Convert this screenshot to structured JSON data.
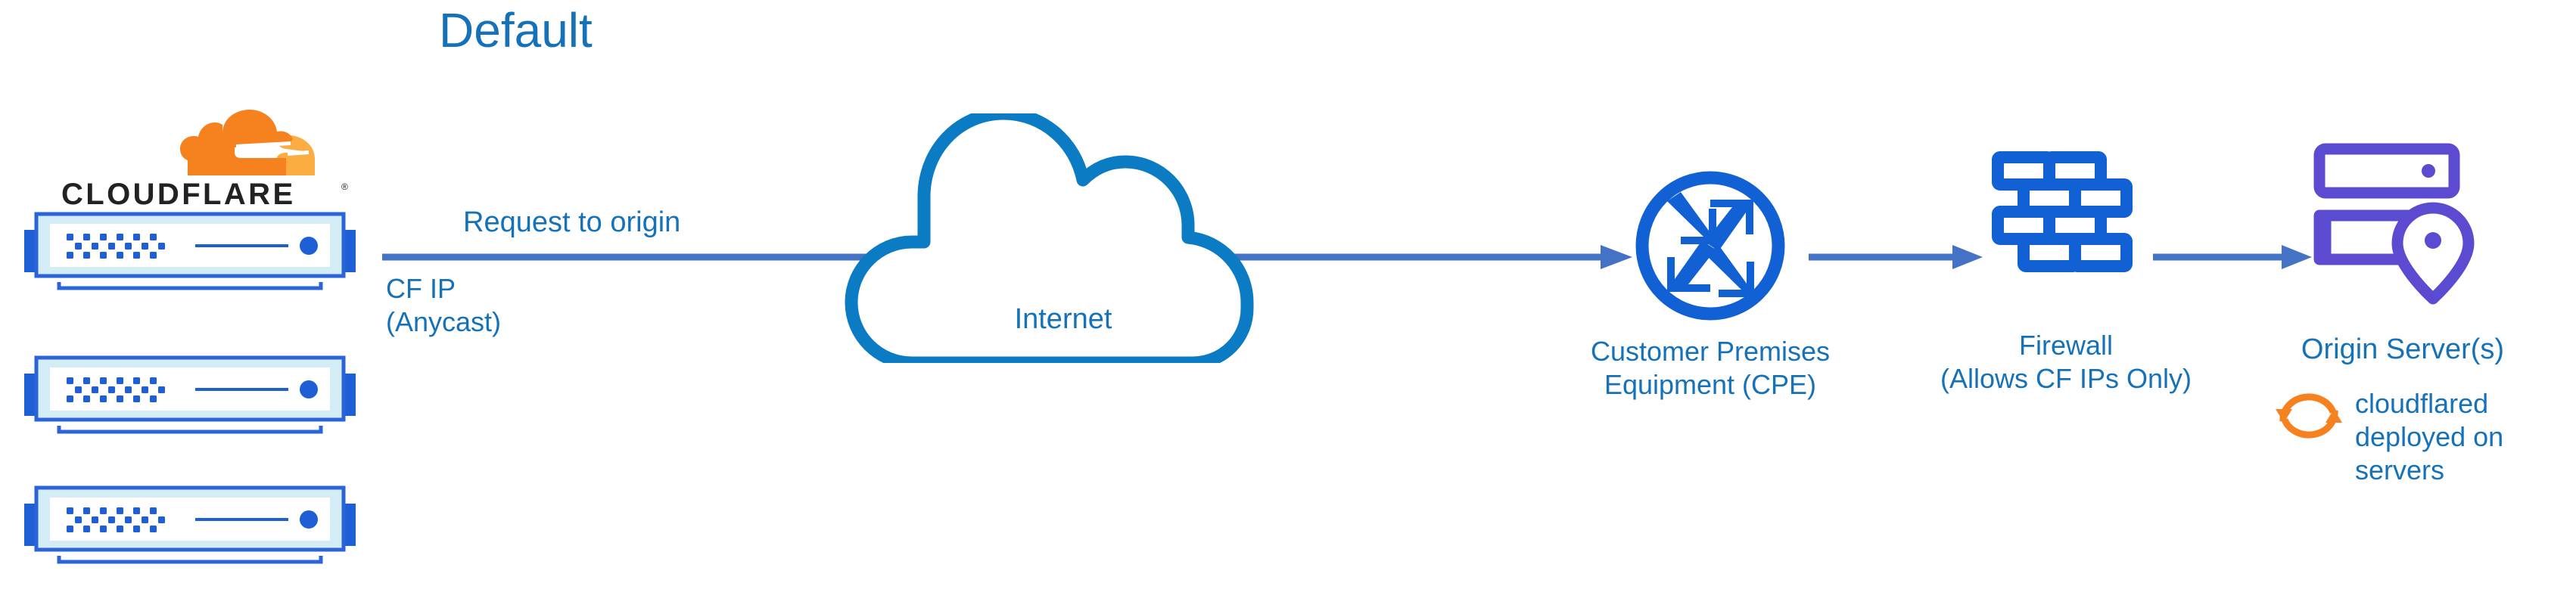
{
  "diagram": {
    "title": "Default",
    "type": "network-architecture-diagram",
    "colors": {
      "title_blue": "#1571B8",
      "label_blue": "#1571B8",
      "arrow_blue": "#4472C4",
      "icon_blue": "#1160D4",
      "rack_blue": "#1F5FD6",
      "rack_fill": "#D3ECF6",
      "cloud_blue": "#0B7CC4",
      "origin_purple": "#5B4BD0",
      "cloudflare_orange": "#F6821F",
      "cloudflare_orange_light": "#FBAD41",
      "wordmark_black": "#222222"
    }
  },
  "cloudflare_edge": {
    "logo_mark_name": "cloudflare-cloud-mark",
    "wordmark": "CLOUDFLARE",
    "registered_mark": "®",
    "racks": [
      {
        "name": "cloudflare-edge-server-1"
      },
      {
        "name": "cloudflare-edge-server-2"
      },
      {
        "name": "cloudflare-edge-server-3"
      }
    ]
  },
  "flow": {
    "request_label": "Request to origin",
    "source_ip_label": "CF IP\n(Anycast)",
    "source_ip_line1": "CF IP",
    "source_ip_line2": "(Anycast)"
  },
  "internet": {
    "label": "Internet",
    "icon": "cloud-outline-icon"
  },
  "cpe": {
    "icon": "router-four-arrows-icon",
    "label_line1": "Customer Premises",
    "label_line2": "Equipment (CPE)"
  },
  "firewall": {
    "icon": "brick-wall-icon",
    "label_line1": "Firewall",
    "label_line2": "(Allows CF IPs Only)"
  },
  "origin": {
    "icon": "server-stack-location-pin-icon",
    "label": "Origin Server(s)",
    "cloudflared_icon": "sync-arrows-icon",
    "cloudflared_line1": "cloudflared",
    "cloudflared_line2": "deployed on",
    "cloudflared_line3": "servers"
  },
  "arrows": [
    {
      "name": "arrow-edge-to-cpe",
      "direction": "right"
    },
    {
      "name": "arrow-cpe-to-firewall",
      "direction": "right"
    },
    {
      "name": "arrow-firewall-to-origin",
      "direction": "right"
    }
  ]
}
